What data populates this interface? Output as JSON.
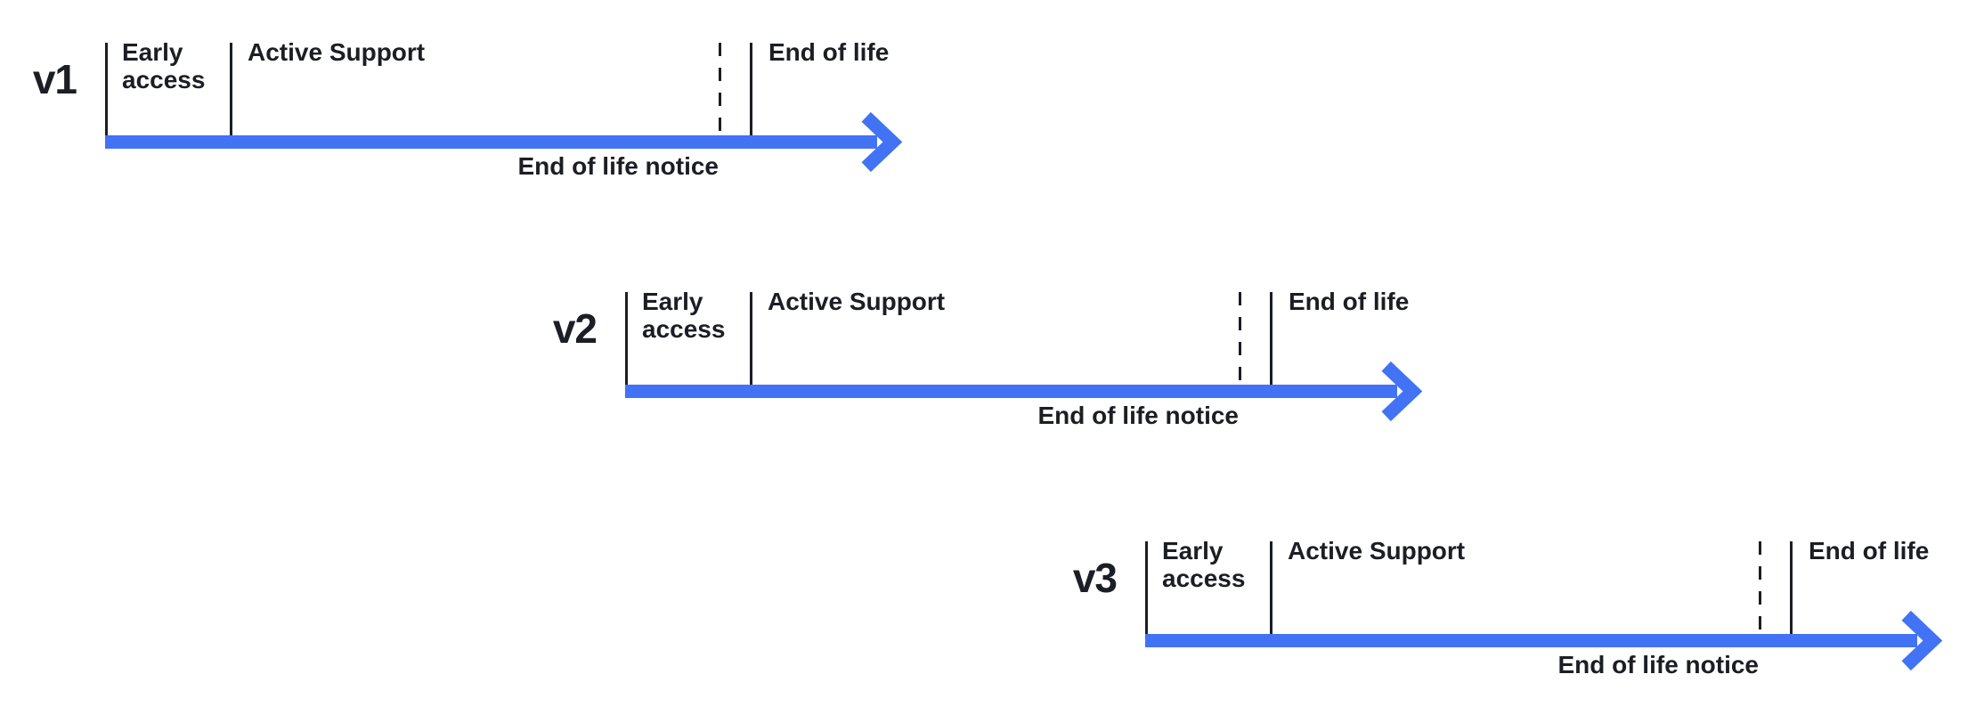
{
  "diagram": {
    "title_semantic": "Version support lifecycle timelines",
    "background": "#ffffff",
    "arrow_color": "#4273F5",
    "line_color": "#1B1E24",
    "text_color": "#1B1E24",
    "timelines": [
      {
        "version": "v1",
        "phases": {
          "early_access": "Early access",
          "active_support": "Active Support",
          "end_of_life": "End of life",
          "end_of_life_notice": "End of life notice"
        }
      },
      {
        "version": "v2",
        "phases": {
          "early_access": "Early access",
          "active_support": "Active Support",
          "end_of_life": "End of life",
          "end_of_life_notice": "End of life notice"
        }
      },
      {
        "version": "v3",
        "phases": {
          "early_access": "Early access",
          "active_support": "Active Support",
          "end_of_life": "End of life",
          "end_of_life_notice": "End of life notice"
        }
      }
    ]
  }
}
